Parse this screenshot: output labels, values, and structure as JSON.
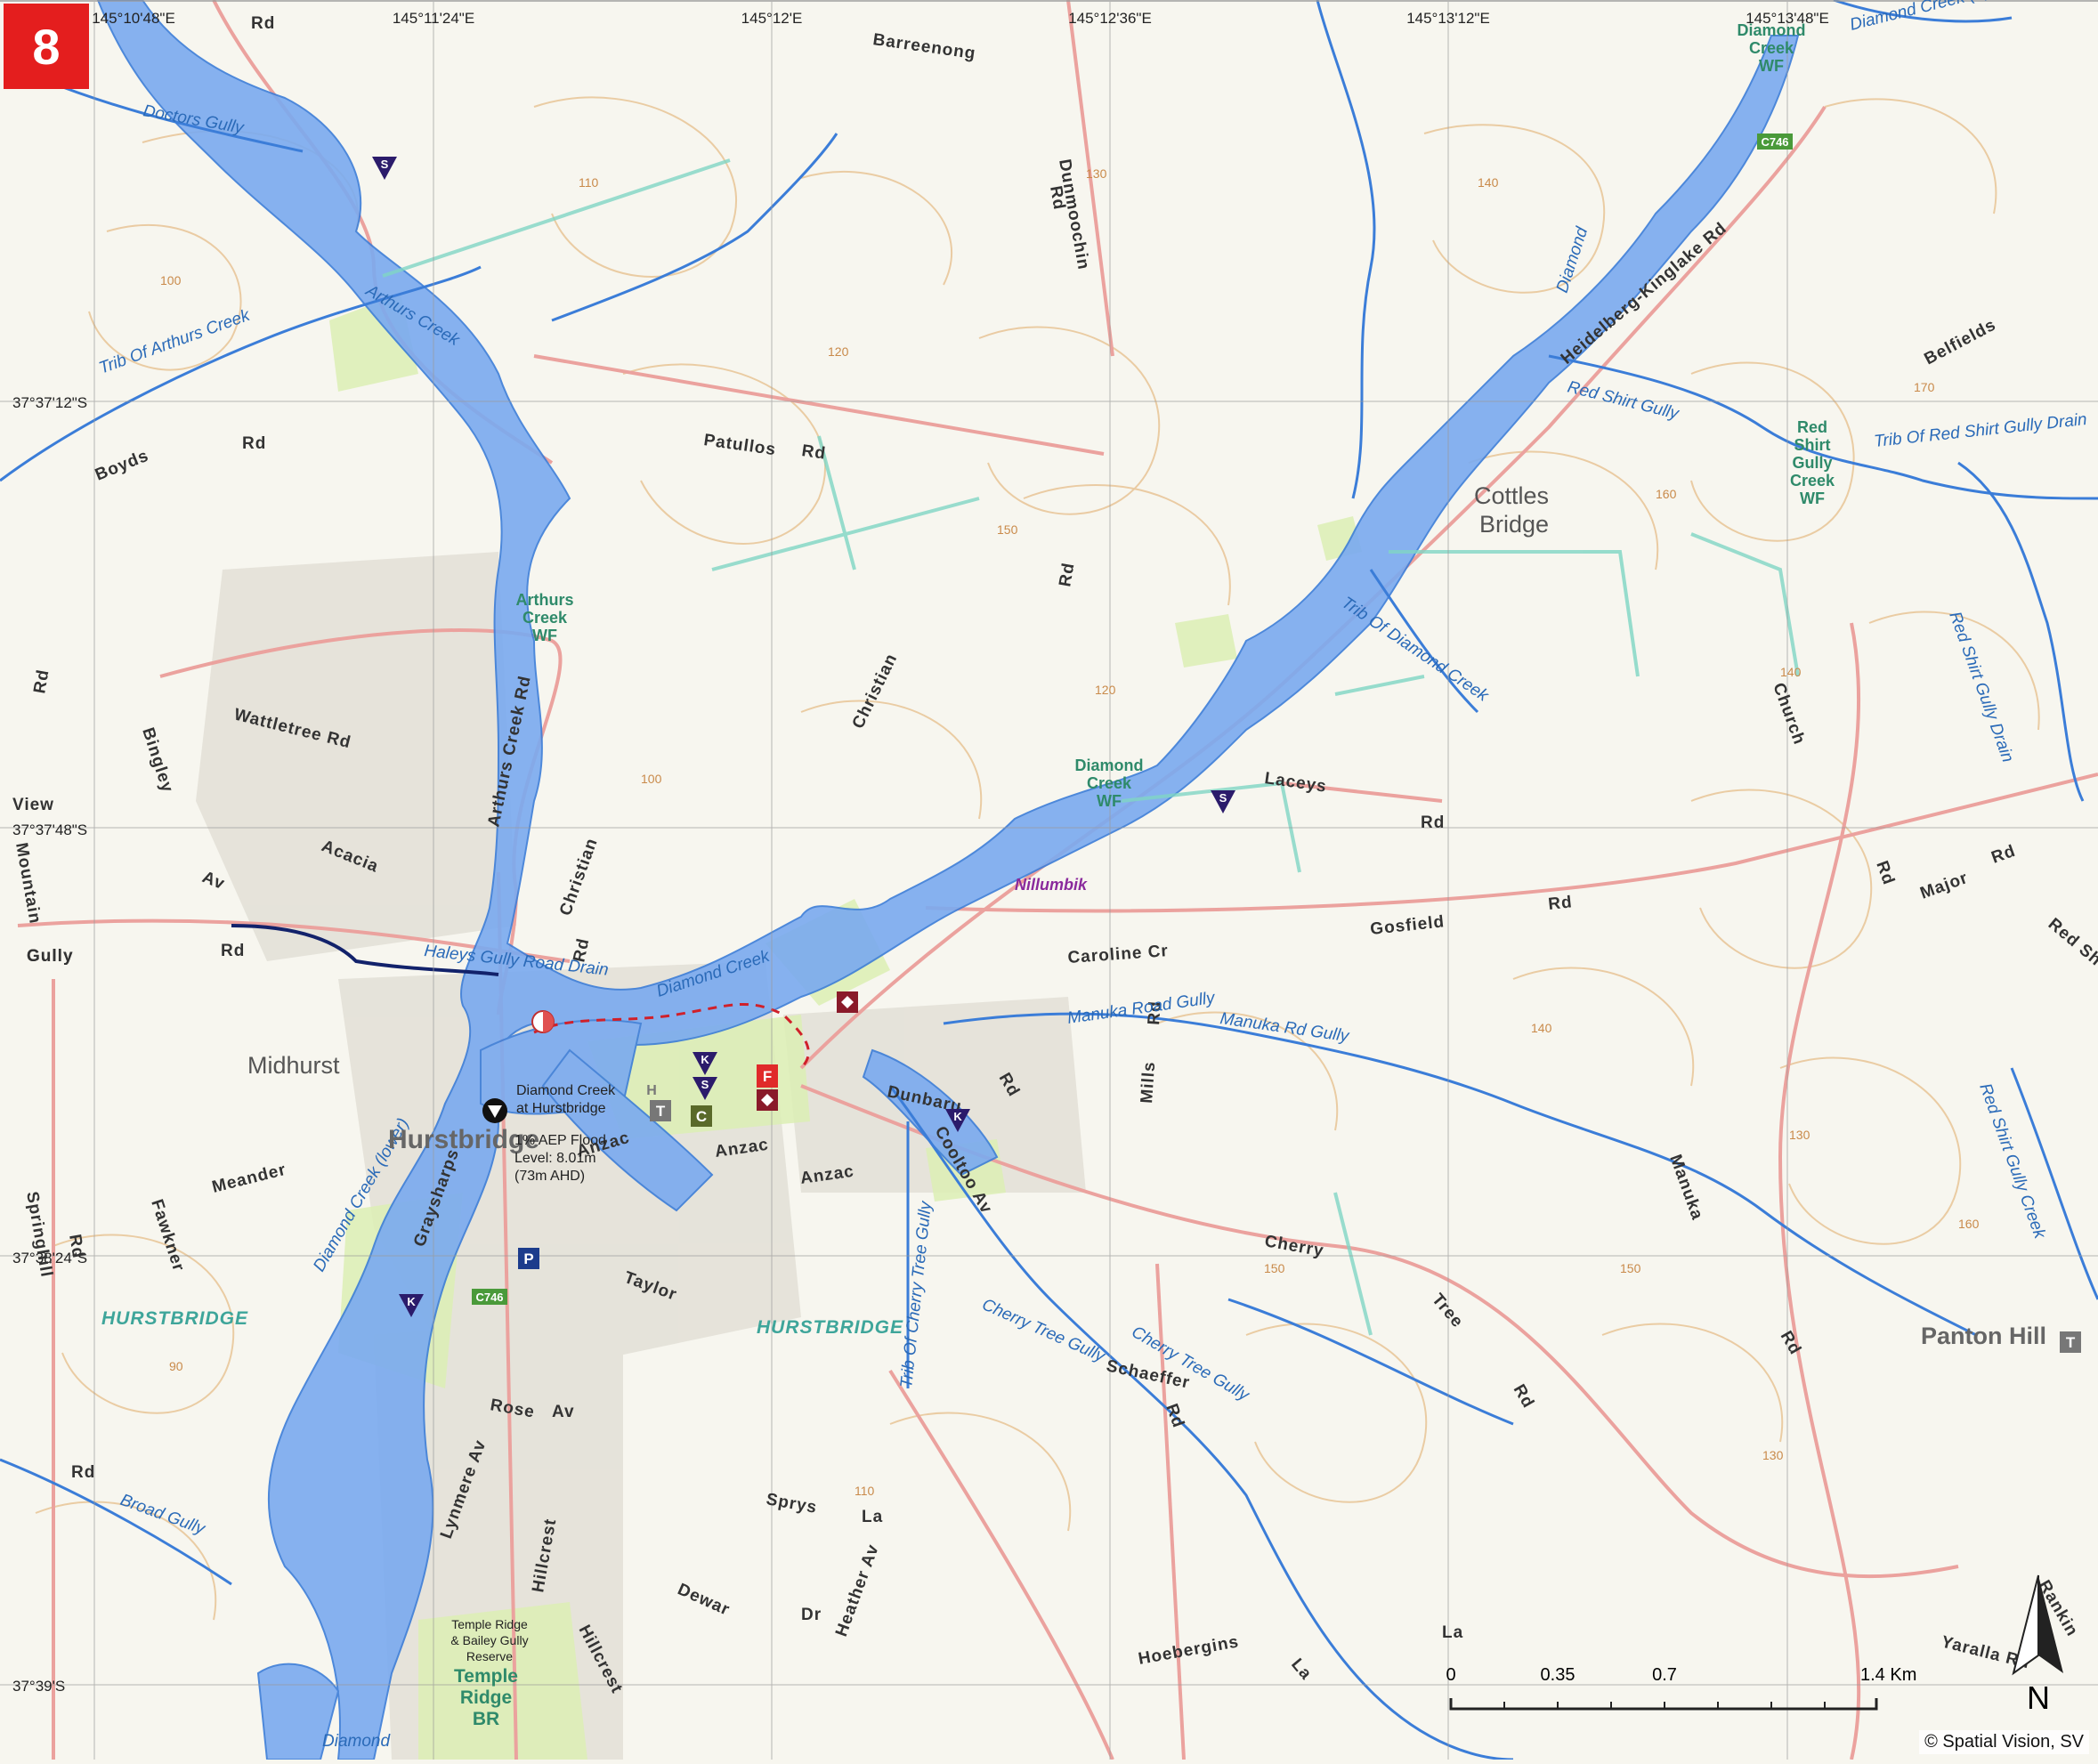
{
  "map": {
    "page_number": "8",
    "copyright": "© Spatial Vision, SV",
    "colors": {
      "background": "#f7f6ef",
      "flood_extent": "#79aaf0",
      "waterway": "#3b7dd8",
      "road": "#e8908c",
      "contour": "#e0b27a",
      "grid": "#9a9a9a",
      "wetland": "#2f8a6a",
      "urban": "#d9d7cf",
      "page_badge": "#e41e1e"
    },
    "graticule": {
      "longitudes": [
        "145°10'48\"E",
        "145°11'24\"E",
        "145°12'E",
        "145°12'36\"E",
        "145°13'12\"E",
        "145°13'48\"E"
      ],
      "latitudes": [
        "37°37'12\"S",
        "37°37'48\"S",
        "37°38'24\"S",
        "37°39'S"
      ]
    },
    "towns": [
      "Midhurst",
      "Hurstbridge",
      "Cottles",
      "Bridge",
      "Panton Hill"
    ],
    "localities": [
      "HURSTBRIDGE",
      "HURSTBRIDGE"
    ],
    "council": "Nillumbik",
    "roads": [
      "Rd",
      "Barreenong",
      "Dunmoochin",
      "Rd",
      "Patullos",
      "Rd",
      "Boyds",
      "Rd",
      "Wattletree Rd",
      "Bingley",
      "Acacia",
      "Av",
      "Gully",
      "Rd",
      "Arthurs Creek Rd",
      "Christian",
      "Rd",
      "Christian",
      "Rd",
      "Heidelberg-Kinglake Rd",
      "Belfields",
      "Laceys",
      "Rd",
      "Gosfield",
      "Rd",
      "Caroline Cr",
      "Church",
      "Rd",
      "Major",
      "Rd",
      "Red Sh",
      "Mills",
      "Rd",
      "Dunbaru",
      "Cooltoo Av",
      "Rd",
      "Anzac",
      "Anzac",
      "Anzac",
      "Cherry",
      "Tree",
      "Rd",
      "Schaeffer",
      "Rd",
      "Manuka",
      "Rd",
      "Meander",
      "Springhill",
      "Rd",
      "Graysharps",
      "Taylor",
      "Rose",
      "Av",
      "Lynmere Av",
      "Hillcrest",
      "Hillcrest",
      "Sprys",
      "La",
      "Heather Av",
      "Dewar",
      "Dr",
      "Hoebergins",
      "La",
      "Yaralla Rd",
      "Rankin",
      "La",
      "Fawkner",
      "Gully",
      "Rd",
      "View",
      "Rd",
      "Mountain"
    ],
    "waterways": [
      "Doctors Gully",
      "Arthurs Creek",
      "Trib Of Arthurs Creek",
      "Diamond Creek (upper)",
      "Diamond",
      "Red Shirt Gully",
      "Trib Of Red Shirt Gully Drain",
      "Trib Of Diamond Creek",
      "Haleys Gully Road Drain",
      "Diamond Creek",
      "Manuka Road Gully",
      "Manuka Rd Gully",
      "Diamond Creek (lower)",
      "Trib Of Cherry Tree Gully",
      "Cherry Tree Gully",
      "Cherry Tree Gully",
      "Broad Gully",
      "Red Shirt Gully Drain",
      "Red Shirt Gully Creek",
      "Diamond"
    ],
    "wetlands": [
      {
        "lines": [
          "Diamond",
          "Creek",
          "WF"
        ]
      },
      {
        "lines": [
          "Arthurs",
          "Creek",
          "WF"
        ]
      },
      {
        "lines": [
          "Diamond",
          "Creek",
          "WF"
        ]
      },
      {
        "lines": [
          "Red",
          "Shirt",
          "Gully",
          "Creek",
          "WF"
        ]
      },
      {
        "lines": [
          "Temple",
          "Ridge",
          "BR"
        ]
      }
    ],
    "reserve_label": [
      "Temple Ridge",
      "& Bailey Gully",
      "Reserve"
    ],
    "route_shields": [
      "C746",
      "C746"
    ],
    "gauge": {
      "name_lines": [
        "Diamond Creek",
        "at Hurstbridge"
      ],
      "flood_lines": [
        "1% AEP Flood",
        "Level: 8.01m",
        "(73m AHD)"
      ]
    },
    "contour_labels": [
      "100",
      "110",
      "120",
      "130",
      "140",
      "150",
      "160",
      "170",
      "90",
      "130",
      "140",
      "150",
      "160",
      "100",
      "120",
      "110",
      "140",
      "130",
      "150"
    ],
    "facility_icons": [
      {
        "name": "sandbag-collection-icon",
        "letter": "S"
      },
      {
        "name": "sandbag-collection-icon",
        "letter": "S"
      },
      {
        "name": "sandbag-collection-icon",
        "letter": "S"
      },
      {
        "name": "kindergarten-icon",
        "letter": "K"
      },
      {
        "name": "kindergarten-icon",
        "letter": "K"
      },
      {
        "name": "kindergarten-icon",
        "letter": "K"
      },
      {
        "name": "fire-station-icon",
        "letter": "F"
      },
      {
        "name": "police-icon",
        "letter": "P"
      },
      {
        "name": "telephone-icon",
        "letter": "T"
      },
      {
        "name": "telephone-icon",
        "letter": "T"
      },
      {
        "name": "council-icon",
        "letter": "C"
      },
      {
        "name": "hospital-icon",
        "letter": "H"
      }
    ],
    "scale_bar": {
      "labels": [
        "0",
        "0.35",
        "0.7",
        "1.4 Km"
      ]
    },
    "north_arrow": "N"
  }
}
